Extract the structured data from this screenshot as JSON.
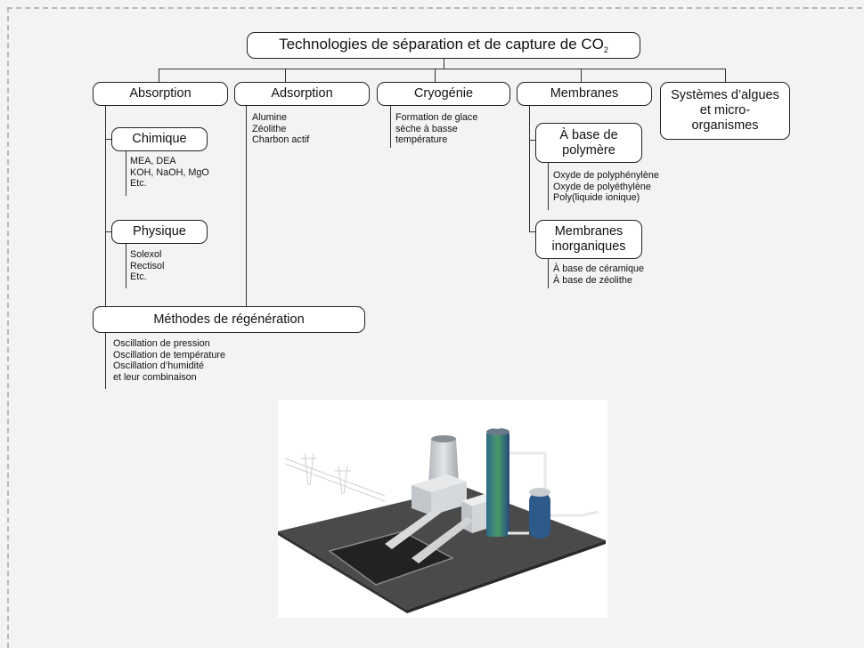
{
  "title": {
    "main": "Technologies de séparation et de capture de CO",
    "sub": "2"
  },
  "categories": {
    "absorption": "Absorption",
    "adsorption": "Adsorption",
    "cryogenie": "Cryogénie",
    "membranes": "Membranes",
    "algues": "Systèmes d’algues et micro-organismes"
  },
  "absorption": {
    "chimique": {
      "label": "Chimique",
      "items": [
        "MEA, DEA",
        "KOH, NaOH, MgO",
        "Etc."
      ]
    },
    "physique": {
      "label": "Physique",
      "items": [
        "Solexol",
        "Rectisol",
        "Etc."
      ]
    }
  },
  "adsorption_items": [
    "Alumine",
    "Zéolithe",
    "Charbon actif"
  ],
  "cryogenie_items": [
    "Formation de glace",
    "sèche à basse",
    "température"
  ],
  "membranes": {
    "polymere": {
      "label": "À base de polymère",
      "items": [
        "Oxyde de polyphénylène",
        "Oxyde de polyéthylène",
        "Poly(liquide ionique)"
      ]
    },
    "inorganiques": {
      "label": "Membranes inorganiques",
      "items": [
        "À base de céramique",
        "À base de zéolithe"
      ]
    }
  },
  "regeneration": {
    "label": "Méthodes de régénération",
    "items": [
      "Oscillation de pression",
      "Oscillation de température",
      "Oscillation d’humidité",
      "et leur combinaison"
    ]
  },
  "colors": {
    "frame_dash": "#b9b9b9",
    "background": "#f3f3f3",
    "node_border": "#222222"
  }
}
